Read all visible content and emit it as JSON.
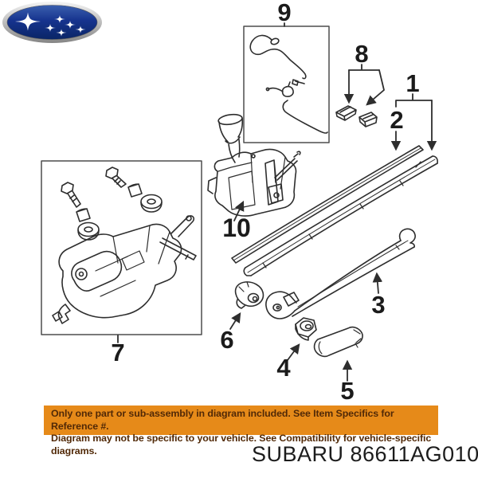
{
  "diagram": {
    "callouts": [
      {
        "num": "1"
      },
      {
        "num": "2"
      },
      {
        "num": "3"
      },
      {
        "num": "4"
      },
      {
        "num": "5"
      },
      {
        "num": "6"
      },
      {
        "num": "7"
      },
      {
        "num": "8"
      },
      {
        "num": "9"
      },
      {
        "num": "10"
      }
    ]
  },
  "banner": {
    "line1": "Only one part or sub-assembly in diagram included. See Item Specifics for Reference #.",
    "line2": "Diagram may not be specific to your vehicle. See Compatibility for vehicle-specific diagrams.",
    "bg_color": "#E68A19",
    "text_color": "#512907"
  },
  "footer": {
    "part_text": "SUBARU 86611AG010"
  },
  "logo": {
    "name": "subaru-logo",
    "blue": "#16338E",
    "star_color": "#FFFFFF"
  },
  "colors": {
    "line": "#2e2e2e",
    "box_border": "#4d4d4d",
    "background": "#ffffff"
  }
}
